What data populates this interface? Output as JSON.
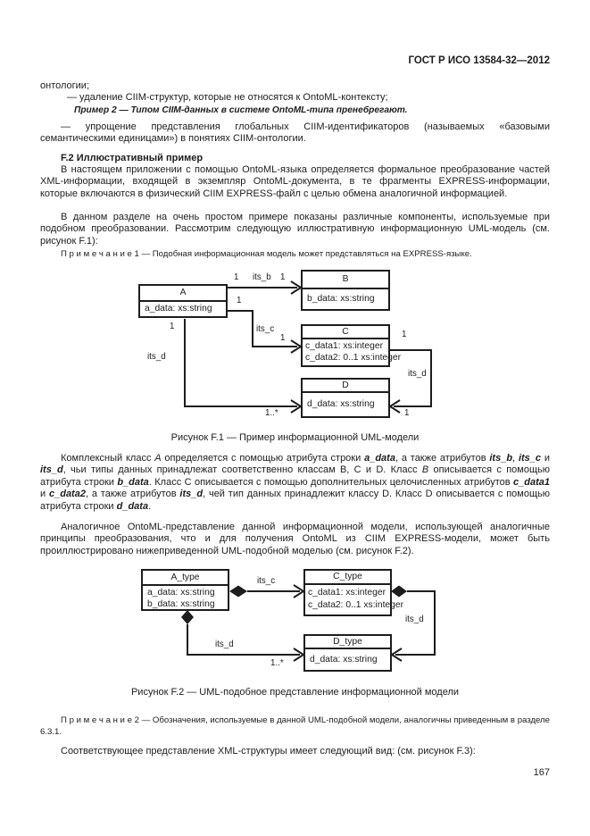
{
  "header": {
    "doc_code": "ГОСТ Р ИСО 13584-32—2012"
  },
  "page": {
    "number": "167"
  },
  "intro": {
    "continuation": "онтологии;",
    "bullet_remove": "—   удаление CIIM-структур, которые не относятся к OntoML-контексту;",
    "example2": "Пример 2 — Типом CIIM-данных в системе OntoML-типа пренебрегают.",
    "bullet_simplify": "— упрощение представления глобальных CIIM-идентификаторов (называемых «базовыми семантическими единицами») в понятиях CIIM-онтологии."
  },
  "section": {
    "heading": "F.2 Иллюстративный пример",
    "para1": "В настоящем приложении с помощью OntoML-языка определяется формальное преобразование частей XML-информации, входящей в экземпляр OntoML-документа, в те фрагменты EXPRESS-информации, которые включаются в физический CIIM EXPRESS-файл с целью обмена аналогичной информацией.",
    "para2": "В данном разделе на очень простом примере показаны различные компоненты, используемые при подобном преобразовании. Рассмотрим следующую иллюстративную информационную UML-модель (см. рисунок F.1):",
    "note1": "П р и м е ч а н и е   1  —  Подобная информационная модель может представляться на EXPRESS-языке.",
    "para3_segments": [
      {
        "text": "Комплексный класс ",
        "style": ""
      },
      {
        "text": "A",
        "style": "i"
      },
      {
        "text": " определяется с помощью атрибута строки ",
        "style": ""
      },
      {
        "text": "a_data",
        "style": "bi"
      },
      {
        "text": ", а также атрибутов ",
        "style": ""
      },
      {
        "text": "its_b",
        "style": "bi"
      },
      {
        "text": ", ",
        "style": ""
      },
      {
        "text": "its_c",
        "style": "bi"
      },
      {
        "text": " и ",
        "style": ""
      },
      {
        "text": "its_d",
        "style": "bi"
      },
      {
        "text": ", чьи типы данных принадлежат соответственно классам B, C и D. Класс ",
        "style": ""
      },
      {
        "text": "B",
        "style": "i"
      },
      {
        "text": " описывается с помощью атрибута строки ",
        "style": ""
      },
      {
        "text": "b_data",
        "style": "bi"
      },
      {
        "text": ". Класс C описывается с помощью дополнительных целочисленных атрибутов ",
        "style": ""
      },
      {
        "text": "c_data1",
        "style": "bi"
      },
      {
        "text": " и ",
        "style": ""
      },
      {
        "text": "c_data2",
        "style": "bi"
      },
      {
        "text": ", а также атрибутов  ",
        "style": ""
      },
      {
        "text": "its_d",
        "style": "bi"
      },
      {
        "text": ", чей тип данных принадлежит классу D. Класс D описывается с помощью атрибута строки ",
        "style": ""
      },
      {
        "text": "d_data",
        "style": "bi"
      },
      {
        "text": ".",
        "style": ""
      }
    ],
    "para4": "Аналогичное OntoML-представление данной информационной модели, использующей аналогичные принципы преобразования, что и для получения OntoML из CIIM EXPRESS-модели, может быть проиллюстрировано нижеприведенной UML-подобной моделью (см. рисунок F.2).",
    "note2": "П р и м е ч а н и е   2  —  Обозначения, используемые в данной UML-подобной модели, аналогичны приведенным в разделе 6.3.1.",
    "para5": "Соответствующее представление XML-структуры имеет следующий вид: (см. рисунок F.3):"
  },
  "figure1": {
    "caption": "Рисунок F.1 — Пример информационной UML-модели",
    "classes": {
      "a": {
        "name": "A",
        "attrs": [
          "a_data: xs:string"
        ]
      },
      "b": {
        "name": "B",
        "attrs": [
          "b_data: xs:string"
        ]
      },
      "c": {
        "name": "C",
        "attrs": [
          "c_data1: xs:integer",
          "c_data2: 0..1 xs:integer"
        ]
      },
      "d": {
        "name": "D",
        "attrs": [
          "d_data: xs:string"
        ]
      }
    },
    "labels": {
      "its_b_src": "1",
      "its_b": "its_b",
      "its_b_dst": "1",
      "its_c_src": "1",
      "its_c": "its_c",
      "its_c_dst": "1",
      "its_d_src": "1",
      "its_d": "its_d",
      "its_d_dst": "1..*",
      "c_its_d_src": "1",
      "c_its_d": "its_d",
      "c_its_d_dst": "1"
    }
  },
  "figure2": {
    "caption": "Рисунок F.2 — UML-подобное представление информационной модели",
    "classes": {
      "a_type": {
        "name": "A_type",
        "attrs": [
          "a_data: xs:string",
          "b_data: xs:string"
        ]
      },
      "c_type": {
        "name": "C_type",
        "attrs": [
          "c_data1: xs:integer",
          "c_data2: 0..1 xs:integer"
        ]
      },
      "d_type": {
        "name": "D_type",
        "attrs": [
          "d_data: xs:string"
        ]
      }
    },
    "labels": {
      "its_c": "its_c",
      "a_its_d": "its_d",
      "a_its_d_mult": "1..*",
      "c_its_d": "its_d"
    }
  },
  "colors": {
    "ink": "#1d1d1d",
    "paper": "#ffffff"
  }
}
